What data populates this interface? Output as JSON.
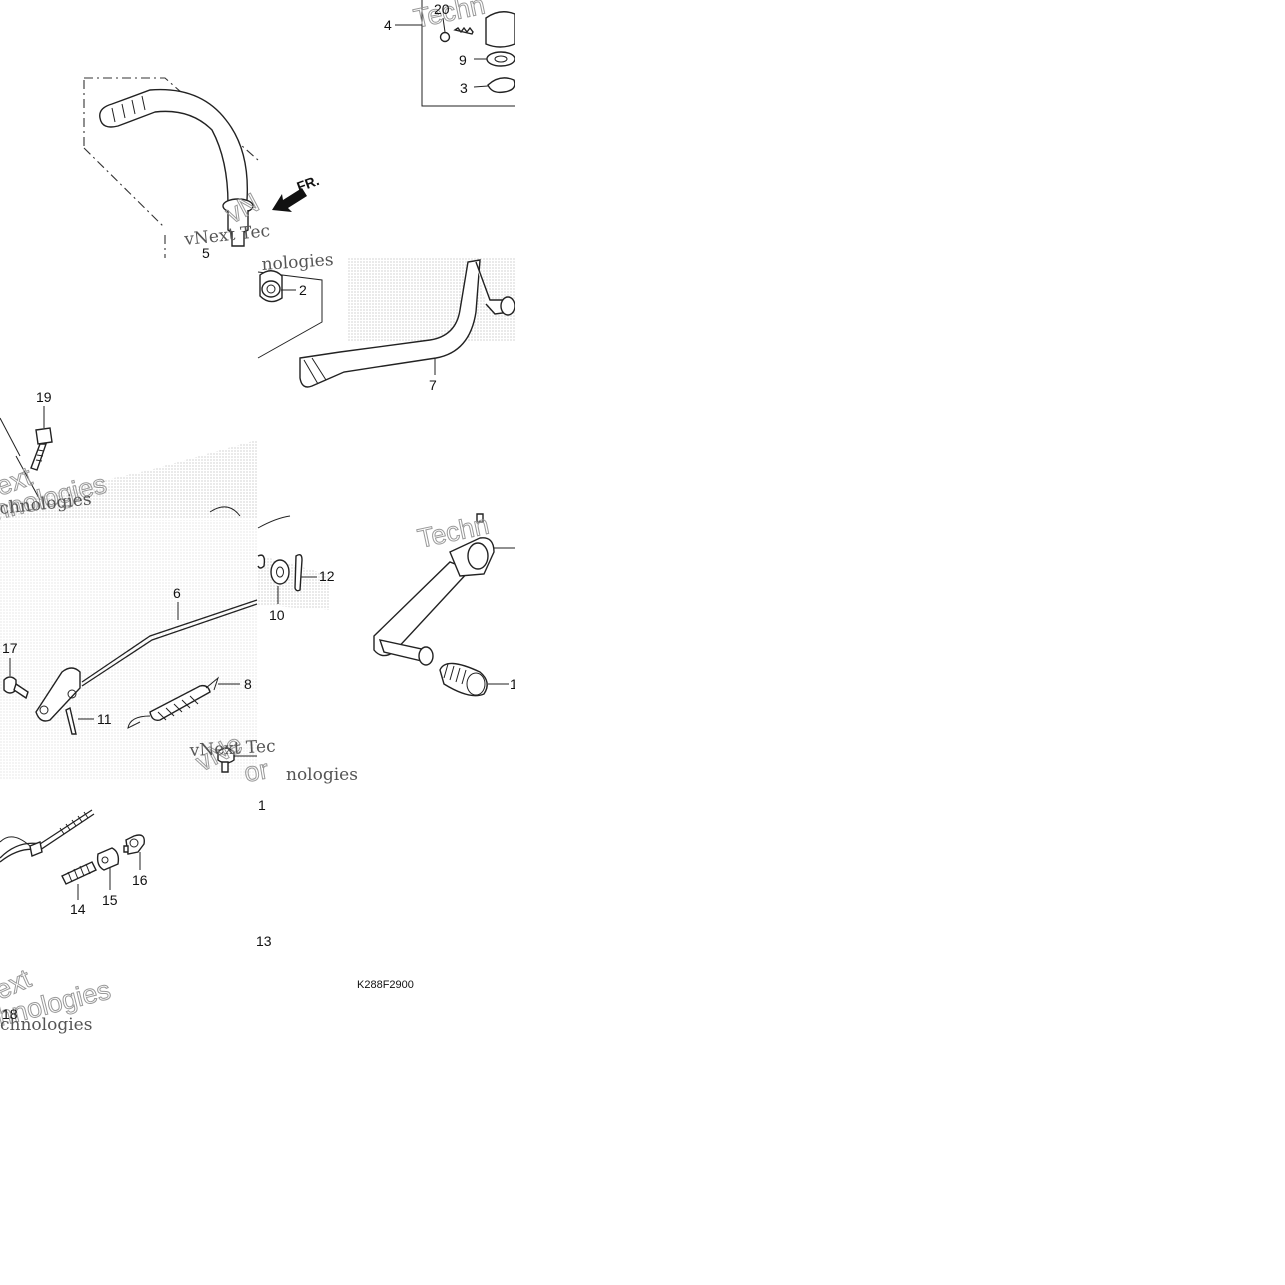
{
  "diagram": {
    "code": "K288F2900",
    "callouts": [
      "20",
      "4",
      "9",
      "3",
      "5",
      "2",
      "7",
      "19",
      "6",
      "10",
      "12",
      "17",
      "11",
      "8",
      "1",
      "14",
      "15",
      "16",
      "13",
      "18"
    ],
    "arrow_label": "FR.",
    "watermarks": {
      "a": "vNext Tec",
      "b": "Techn",
      "c": "hnologies",
      "d": "ext",
      "e": "chnologies",
      "f": "vNext Tec",
      "g": "nologies"
    }
  }
}
